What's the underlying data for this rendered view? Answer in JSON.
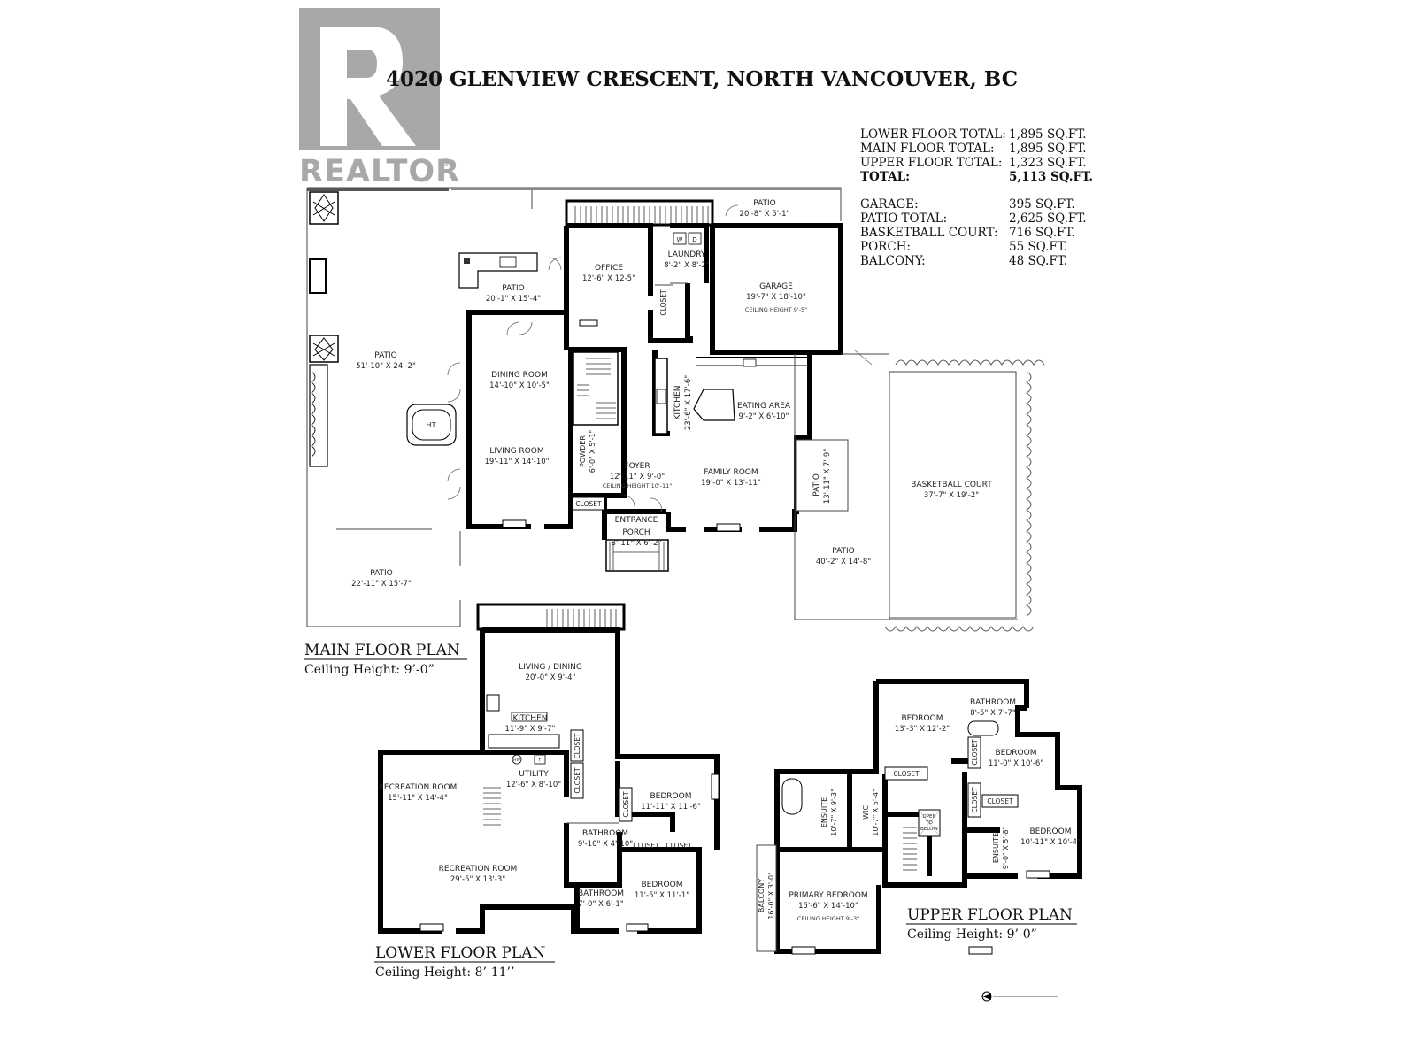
{
  "title": "4020 GLENVIEW CRESCENT, NORTH VANCOUVER, BC",
  "logo": {
    "text": "REALTOR",
    "mark": "®",
    "color": "#a8a8a8"
  },
  "area_summary": [
    {
      "label": "LOWER FLOOR TOTAL:",
      "value": "1,895 SQ.FT.",
      "bold": false
    },
    {
      "label": "MAIN FLOOR TOTAL:",
      "value": "1,895 SQ.FT.",
      "bold": false
    },
    {
      "label": "UPPER FLOOR TOTAL:",
      "value": "1,323 SQ.FT.",
      "bold": false
    },
    {
      "label": "TOTAL:",
      "value": "5,113 SQ.FT.",
      "bold": true
    }
  ],
  "extra_summary": [
    {
      "label": "GARAGE:",
      "value": "395 SQ.FT."
    },
    {
      "label": "PATIO TOTAL:",
      "value": "2,625 SQ.FT."
    },
    {
      "label": "BASKETBALL COURT:",
      "value": "716 SQ.FT."
    },
    {
      "label": "PORCH:",
      "value": "55 SQ.FT."
    },
    {
      "label": "BALCONY:",
      "value": "48 SQ.FT."
    }
  ],
  "main_floor": {
    "heading": "MAIN FLOOR PLAN",
    "ceiling": "Ceiling Height: 9’-0”",
    "rooms": {
      "patio_top": {
        "name": "PATIO",
        "dim": "20'-8\" X 5'-1\""
      },
      "patio_kitchen": {
        "name": "PATIO",
        "dim": "20'-1\" X 15'-4\""
      },
      "office": {
        "name": "OFFICE",
        "dim": "12'-6\" X 12-5\""
      },
      "laundry": {
        "name": "LAUNDRY",
        "dim": "8'-2\" X 8'-2\""
      },
      "closet_laundry": {
        "name": "CLOSET"
      },
      "garage": {
        "name": "GARAGE",
        "dim": "19'-7\" X 18'-10\"",
        "note": "CEILING HEIGHT 9'-5\""
      },
      "patio_big": {
        "name": "PATIO",
        "dim": "51'-10\" X 24'-2\""
      },
      "hot_tub": {
        "name": "HT"
      },
      "dining": {
        "name": "DINING ROOM",
        "dim": "14'-10\" X 10'-5\""
      },
      "living": {
        "name": "LIVING ROOM",
        "dim": "19'-11\" X 14'-10\""
      },
      "kitchen": {
        "name": "KITCHEN",
        "dim": "23'-6\" X 17'-6\""
      },
      "eating": {
        "name": "EATING AREA",
        "dim": "9'-2\" X 6'-10\""
      },
      "powder": {
        "name": "POWDER",
        "dim": "6'-0\" X 5'-1\""
      },
      "foyer": {
        "name": "FOYER",
        "dim": "12'-11\" X 9'-0\"",
        "note": "CEILING HEIGHT 10'-11\""
      },
      "closet_foyer": {
        "name": "CLOSET"
      },
      "entrance": {
        "name": "ENTRANCE"
      },
      "porch": {
        "name": "PORCH",
        "dim": "8'-11\" X 6'-2\""
      },
      "family": {
        "name": "FAMILY ROOM",
        "dim": "19'-0\" X 13'-11\""
      },
      "patio_side": {
        "name": "PATIO",
        "dim": "13'-11\" X 7'-9\""
      },
      "basketball": {
        "name": "BASKETBALL COURT",
        "dim": "37'-7\" X 19'-2\""
      },
      "patio_right": {
        "name": "PATIO",
        "dim": "40'-2\" X 14'-8\""
      },
      "patio_bottom": {
        "name": "PATIO",
        "dim": "22'-11\" X 15'-7\""
      },
      "washer": "W",
      "dryer": "D"
    }
  },
  "lower_floor": {
    "heading": "LOWER FLOOR PLAN",
    "ceiling": "Ceiling Height: 8’-11’’",
    "rooms": {
      "living_dining": {
        "name": "LIVING / DINING",
        "dim": "20'-0\" X 9'-4\""
      },
      "kitchen": {
        "name": "KITCHEN",
        "dim": "11'-9\" X 9'-7\""
      },
      "utility": {
        "name": "UTILITY",
        "dim": "12'-6\" X 8'-10\""
      },
      "rec_small": {
        "name": "RECREATION ROOM",
        "dim": "15'-11\" X 14'-4\""
      },
      "rec_big": {
        "name": "RECREATION ROOM",
        "dim": "29'-5\" X 13'-3\""
      },
      "bedroom1": {
        "name": "BEDROOM",
        "dim": "11'-11\" X 11'-6\""
      },
      "bedroom2": {
        "name": "BEDROOM",
        "dim": "11'-5\" X 11'-1\""
      },
      "bath1": {
        "name": "BATHROOM",
        "dim": "9'-10\" X 4'-10\""
      },
      "bath2": {
        "name": "BATHROOM",
        "dim": "7'-0\" X 6'-1\""
      },
      "closet1": "CLOSET",
      "closet2": "CLOSET",
      "closet3": "CLOSET",
      "closet4": "CLOSET",
      "closet5": "CLOSET",
      "hw": "HW",
      "f": "F"
    }
  },
  "upper_floor": {
    "heading": "UPPER FLOOR PLAN",
    "ceiling": "Ceiling Height: 9’-0”",
    "rooms": {
      "bedroom_a": {
        "name": "BEDROOM",
        "dim": "13'-3\" X 12'-2\""
      },
      "bathroom": {
        "name": "BATHROOM",
        "dim": "8'-5\" X 7'-7\""
      },
      "bedroom_b": {
        "name": "BEDROOM",
        "dim": "11'-0\" X 10'-6\""
      },
      "bedroom_c": {
        "name": "BEDROOM",
        "dim": "10'-11\" X 10'-4\""
      },
      "ensuite_a": {
        "name": "ENSUITE",
        "dim": "10'-7\" X 9'-3\""
      },
      "wic": {
        "name": "WIC",
        "dim": "10'-7\" X 5'-4\""
      },
      "open_below": {
        "l1": "OPEN",
        "l2": "TO",
        "l3": "BELOW"
      },
      "ensuite_b": {
        "name": "ENSUITE",
        "dim": "9'-0\" X 5'-8\""
      },
      "primary": {
        "name": "PRIMARY BEDROOM",
        "dim": "15'-6\" X 14'-10\"",
        "note": "CEILING HEIGHT 9'-3\""
      },
      "balcony": {
        "name": "BALCONY",
        "dim": "16'-0\" X 3'-0\""
      },
      "closet_a": "CLOSET",
      "closet_b": "CLOSET",
      "closet_c": "CLOSET",
      "closet_d": "CLOSET"
    }
  }
}
